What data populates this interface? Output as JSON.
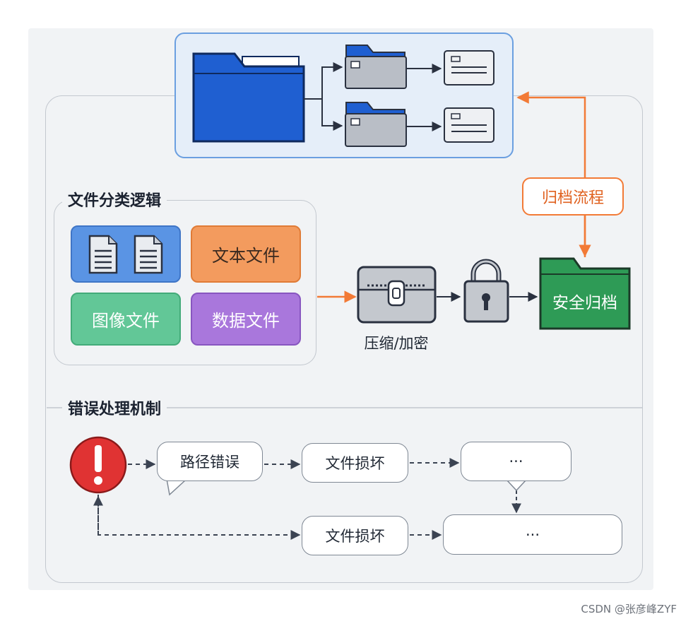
{
  "sections": {
    "classification_title": "文件分类逻辑",
    "error_title": "错误处理机制"
  },
  "categories": {
    "text_files": "文本文件",
    "image_files": "图像文件",
    "data_files": "数据文件"
  },
  "archive": {
    "flow_label": "归档流程",
    "compress_label": "压缩/加密",
    "secure_label": "安全归档"
  },
  "errors": {
    "path_error": "路径错误",
    "file_corrupt_1": "文件损坏",
    "ellipsis_1": "···",
    "file_corrupt_2": "文件损坏",
    "ellipsis_2": "···"
  },
  "watermark": "CSDN @张彦峰ZYF",
  "colors": {
    "primary_blue": "#1f5fd1",
    "archive_orange": "#f27a36",
    "secure_green": "#2e9b56",
    "alert_red": "#e03333"
  }
}
